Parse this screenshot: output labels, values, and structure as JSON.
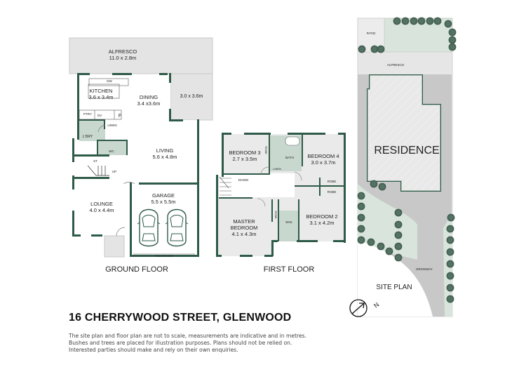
{
  "property": {
    "address": "16 CHERRYWOOD STREET, GLENWOOD",
    "disclaimer": [
      "The site plan and floor plan are not to scale, measurements are indicative and in metres.",
      "Bushes and trees are placed for illustration purposes. Plans should not be relied on.",
      "Interested parties should make and rely on their own enquiries."
    ]
  },
  "colors": {
    "wall": "#2e5a48",
    "room_fill": "#ffffff",
    "wet_area": "#c9d8cf",
    "outdoor_fill": "#e3e4e3",
    "bedroom_fill": "#e9eae9",
    "lawn": "#d9e5dc",
    "driveway": "#c8c8c8",
    "tree": "#4d6b5c"
  },
  "ground_floor": {
    "caption": "GROUND FLOOR",
    "rooms": {
      "alfresco": {
        "name": "ALFRESCO",
        "size": "11.0 x 2.8m"
      },
      "extension": {
        "name": "",
        "size": "3.0 x 3.6m"
      },
      "kitchen": {
        "name": "KITCHEN",
        "size": "3.6 x 3.4m"
      },
      "dining": {
        "name": "DINING",
        "size": "3.4 x3.6m"
      },
      "living": {
        "name": "LIVING",
        "size": "5.6 x 4.8m"
      },
      "lounge": {
        "name": "LOUNGE",
        "size": "4.0 x 4.4m"
      },
      "garage": {
        "name": "GARAGE",
        "size": "5.5 x 5.5m"
      }
    },
    "small_labels": {
      "dw": "DW",
      "ptry": "PTRY",
      "ov": "OV",
      "f": "F",
      "linen": "LINEN",
      "ldry": "L'DRY",
      "wc": "WC",
      "st": "ST",
      "up": "UP",
      "roller_door": "ROLLER DOOR"
    }
  },
  "first_floor": {
    "caption": "FIRST FLOOR",
    "rooms": {
      "bedroom3": {
        "name": "BEDROOM 3",
        "size": "2.7 x 3.5m"
      },
      "bedroom4": {
        "name": "BEDROOM 4",
        "size": "3.0 x 3.7m"
      },
      "bedroom2": {
        "name": "BEDROOM 2",
        "size": "3.1 x 4.2m"
      },
      "master": {
        "name1": "MASTER",
        "name2": "BEDROOM",
        "size": "4.1 x 4.3m"
      }
    },
    "small_labels": {
      "robe": "ROBE",
      "bath": "BATH",
      "linen": "LINEN",
      "down": "DOWN",
      "ens": "ENS"
    }
  },
  "site_plan": {
    "caption": "SITE PLAN",
    "residence": "RESIDENCE",
    "patio": "PATIO",
    "alfresco": "ALFRESCO",
    "driveway": "DRIVEWAY",
    "north": "N"
  }
}
